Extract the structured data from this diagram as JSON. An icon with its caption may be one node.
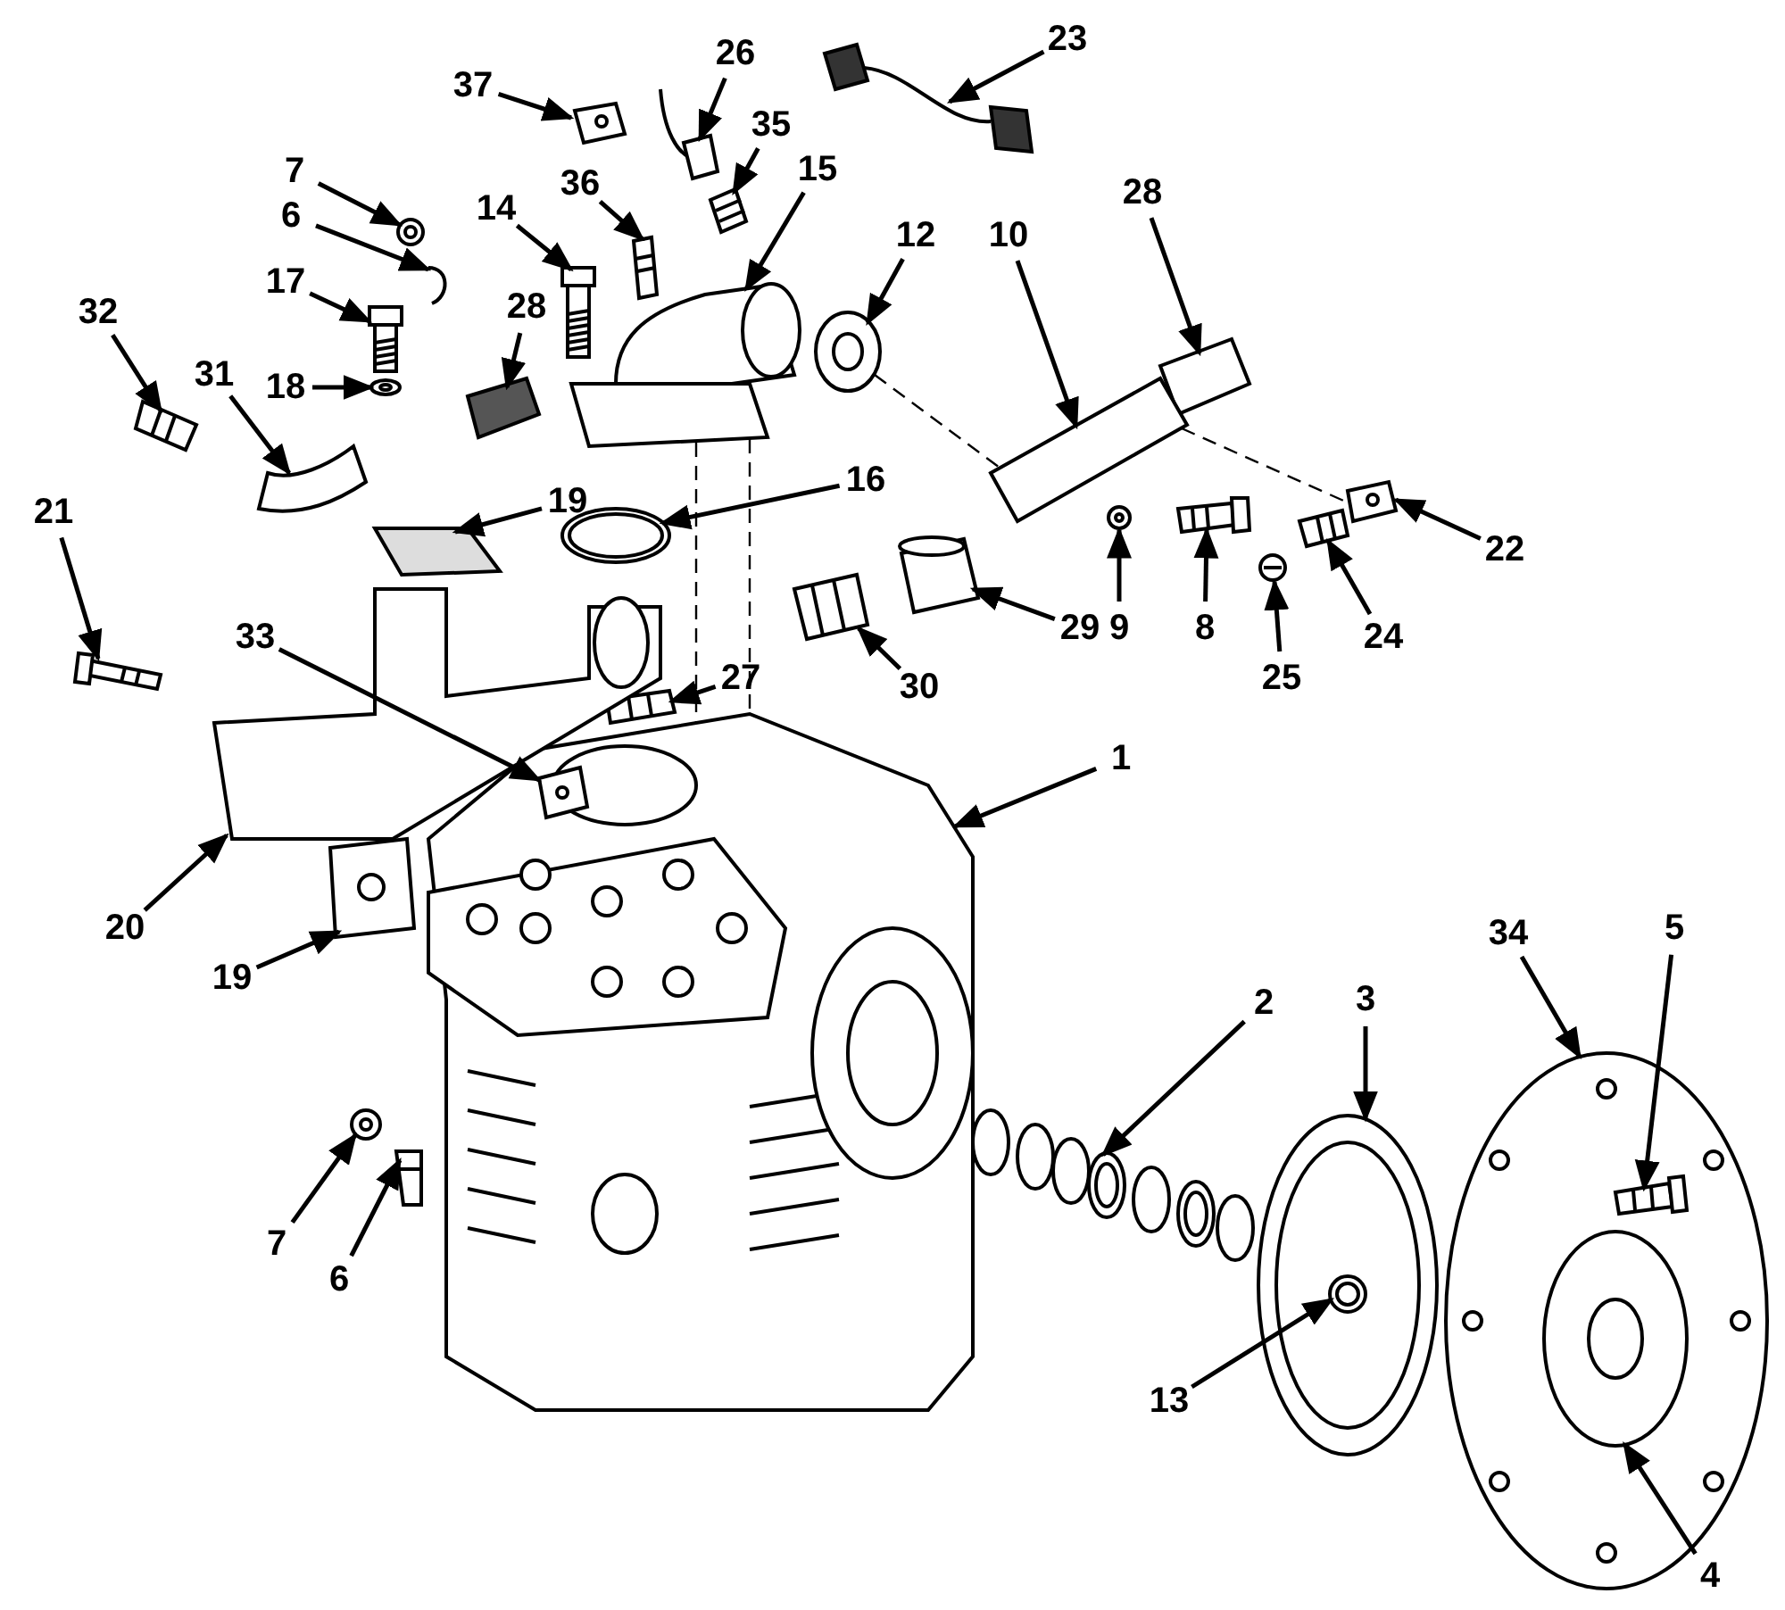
{
  "diagram": {
    "nodes": [
      {
        "text": [
          "37"
        ]
      },
      {
        "text": [
          "26"
        ]
      },
      {
        "text": [
          "23"
        ]
      },
      {
        "text": [
          "35"
        ]
      },
      {
        "text": [
          "7"
        ]
      },
      {
        "text": [
          "36"
        ]
      },
      {
        "text": [
          "6"
        ]
      },
      {
        "text": [
          "14"
        ]
      },
      {
        "text": [
          "15"
        ]
      },
      {
        "text": [
          "17"
        ]
      },
      {
        "text": [
          "28"
        ]
      },
      {
        "text": [
          "12"
        ]
      },
      {
        "text": [
          "10"
        ]
      },
      {
        "text": [
          "32"
        ]
      },
      {
        "text": [
          "28"
        ]
      },
      {
        "text": [
          "31"
        ]
      },
      {
        "text": [
          "18"
        ]
      },
      {
        "text": [
          "19"
        ]
      },
      {
        "text": [
          "16"
        ]
      },
      {
        "text": [
          "21"
        ]
      },
      {
        "text": [
          "22"
        ]
      },
      {
        "text": [
          "9"
        ]
      },
      {
        "text": [
          "8"
        ]
      },
      {
        "text": [
          "24"
        ]
      },
      {
        "text": [
          "29"
        ]
      },
      {
        "text": [
          "25"
        ]
      },
      {
        "text": [
          "30"
        ]
      },
      {
        "text": [
          "33"
        ]
      },
      {
        "text": [
          "27"
        ]
      },
      {
        "text": [
          "1"
        ]
      },
      {
        "text": [
          "20"
        ]
      },
      {
        "text": [
          "19"
        ]
      },
      {
        "text": [
          "2"
        ]
      },
      {
        "text": [
          "3"
        ]
      },
      {
        "text": [
          "34"
        ]
      },
      {
        "text": [
          "5"
        ]
      },
      {
        "text": [
          "7"
        ]
      },
      {
        "text": [
          "6"
        ]
      },
      {
        "text": [
          "13"
        ]
      },
      {
        "text": [
          "4"
        ]
      },
      {
        "text": [],
        "shape": "picture"
      },
      {
        "text": [],
        "shape": "picture"
      },
      {
        "text": [],
        "shape": "picture"
      },
      {
        "text": [],
        "shape": "picture"
      },
      {
        "text": [],
        "shape": "picture"
      },
      {
        "text": [],
        "shape": "picture"
      },
      {
        "text": [],
        "shape": "picture"
      },
      {
        "text": [],
        "shape": "picture"
      },
      {
        "text": [],
        "shape": "picture"
      },
      {
        "text": [],
        "shape": "picture"
      },
      {
        "text": [],
        "shape": "picture"
      },
      {
        "text": [],
        "shape": "picture"
      },
      {
        "text": [],
        "shape": "picture"
      },
      {
        "text": [],
        "shape": "picture"
      },
      {
        "text": [],
        "shape": "picture"
      },
      {
        "text": [],
        "shape": "picture"
      },
      {
        "text": [],
        "shape": "picture"
      },
      {
        "text": [],
        "shape": "picture"
      },
      {
        "text": [],
        "shape": "picture"
      },
      {
        "text": [],
        "shape": "picture"
      },
      {
        "text": [],
        "shape": "picture"
      },
      {
        "text": [],
        "shape": "picture"
      },
      {
        "text": [],
        "shape": "picture"
      },
      {
        "text": [],
        "shape": "picture"
      },
      {
        "text": [],
        "shape": "picture"
      },
      {
        "text": [],
        "shape": "picture"
      },
      {
        "text": [],
        "shape": "picture"
      },
      {
        "text": [],
        "shape": "picture",
        "in": 69
      },
      {
        "text": [],
        "shape": "picture"
      },
      {
        "text": [],
        "shape": "picture"
      },
      {
        "text": [],
        "shape": "picture"
      },
      {
        "text": [],
        "shape": "picture"
      },
      {
        "text": [],
        "shape": "picture"
      },
      {
        "text": [],
        "shape": "picture"
      },
      {
        "text": [],
        "shape": "picture"
      },
      {
        "text": [],
        "shape": "picture",
        "in": 74
      },
      {
        "text": [],
        "shape": "picture"
      },
      {
        "text": [],
        "shape": "picture"
      },
      {
        "text": [],
        "shape": "picture",
        "in": 73
      },
      {
        "text": [],
        "shape": "picture",
        "in": 74
      }
    ],
    "edges": [
      {
        "from": 0,
        "to": 40,
        "arrow": "to"
      },
      {
        "from": 1,
        "to": 41,
        "arrow": "to"
      },
      {
        "from": 2,
        "to": 42,
        "arrow": "to"
      },
      {
        "from": 3,
        "to": 43,
        "arrow": "to"
      },
      {
        "from": 4,
        "to": 44,
        "arrow": "to"
      },
      {
        "from": 5,
        "to": 45,
        "arrow": "to"
      },
      {
        "from": 6,
        "to": 46,
        "arrow": "to"
      },
      {
        "from": 7,
        "to": 47,
        "arrow": "to"
      },
      {
        "from": 8,
        "to": 48,
        "arrow": "to"
      },
      {
        "from": 9,
        "to": 49,
        "arrow": "to"
      },
      {
        "from": 10,
        "to": 50,
        "arrow": "to"
      },
      {
        "from": 11,
        "to": 51,
        "arrow": "to"
      },
      {
        "from": 12,
        "to": 52,
        "arrow": "to"
      },
      {
        "from": 13,
        "to": 53,
        "arrow": "to"
      },
      {
        "from": 14,
        "to": 54,
        "arrow": "to"
      },
      {
        "from": 15,
        "to": 55,
        "arrow": "to"
      },
      {
        "from": 16,
        "to": 56,
        "arrow": "to"
      },
      {
        "from": 17,
        "to": 57,
        "arrow": "to"
      },
      {
        "from": 18,
        "to": 58,
        "arrow": "to"
      },
      {
        "from": 19,
        "to": 59,
        "arrow": "to"
      },
      {
        "from": 20,
        "to": 60,
        "arrow": "to"
      },
      {
        "from": 21,
        "to": 61,
        "arrow": "to"
      },
      {
        "from": 22,
        "to": 62,
        "arrow": "to"
      },
      {
        "from": 23,
        "to": 63,
        "arrow": "to"
      },
      {
        "from": 24,
        "to": 64,
        "arrow": "to"
      },
      {
        "from": 25,
        "to": 65,
        "arrow": "to"
      },
      {
        "from": 26,
        "to": 66,
        "arrow": "to"
      },
      {
        "from": 27,
        "to": 67,
        "arrow": "to"
      },
      {
        "from": 28,
        "to": 68,
        "arrow": "to"
      },
      {
        "from": 29,
        "to": 69,
        "arrow": "to"
      },
      {
        "from": 30,
        "to": 70,
        "arrow": "to"
      },
      {
        "from": 31,
        "to": 71,
        "arrow": "to"
      },
      {
        "from": 32,
        "to": 72,
        "arrow": "to"
      },
      {
        "from": 33,
        "to": 73,
        "arrow": "to"
      },
      {
        "from": 34,
        "to": 74,
        "arrow": "to"
      },
      {
        "from": 35,
        "to": 75,
        "arrow": "to"
      },
      {
        "from": 36,
        "to": 76,
        "arrow": "to"
      },
      {
        "from": 37,
        "to": 77,
        "arrow": "to"
      },
      {
        "from": 38,
        "to": 78,
        "arrow": "to"
      },
      {
        "from": 39,
        "to": 79,
        "arrow": "to"
      },
      {
        "from": 48,
        "to": 69,
        "arrow": "none",
        "style": "dashed"
      },
      {
        "from": 48,
        "to": 69,
        "arrow": "none",
        "style": "dashed"
      },
      {
        "from": 51,
        "to": 52,
        "arrow": "none",
        "style": "dashed"
      },
      {
        "from": 52,
        "to": 60,
        "arrow": "none",
        "style": "dashed"
      }
    ]
  }
}
